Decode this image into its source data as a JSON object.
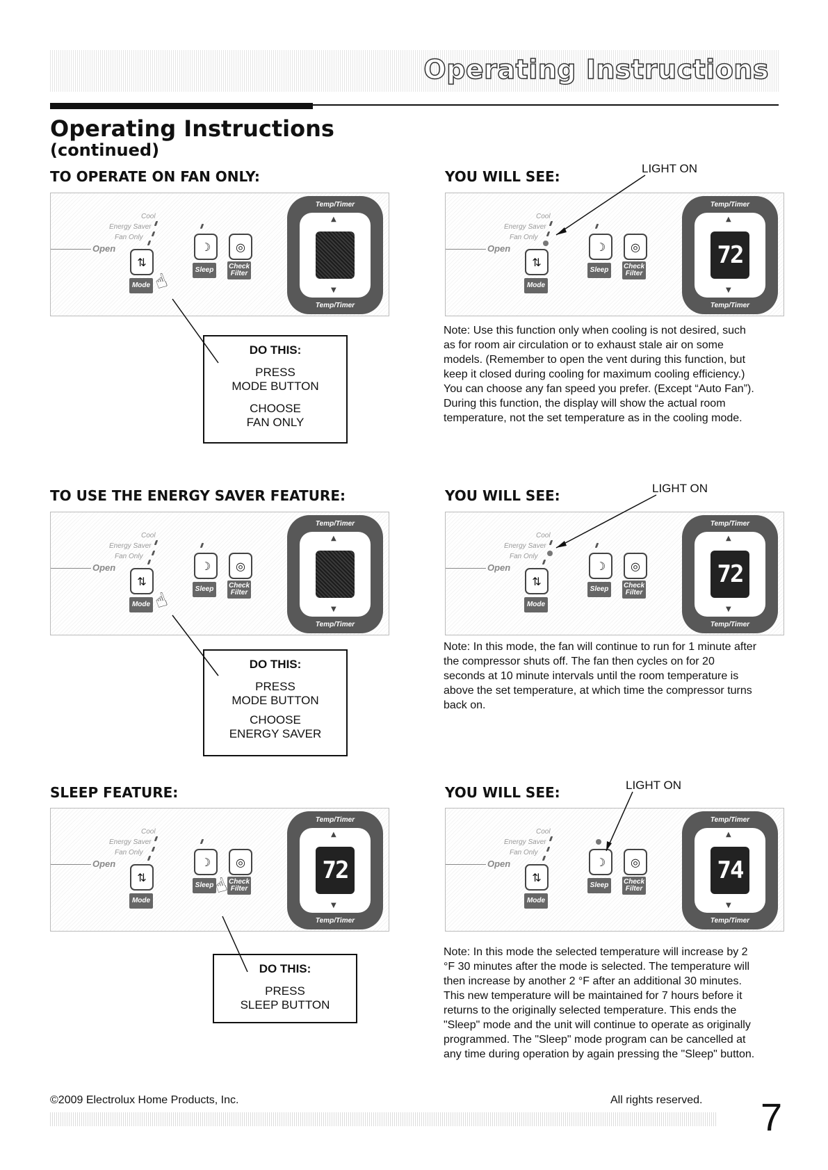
{
  "header": {
    "banner_title": "Operating Instructions",
    "title": "Operating Instructions",
    "subtitle": "(continued)"
  },
  "panel_labels": {
    "cool": "Cool",
    "energy_saver": "Energy Saver",
    "fan_only": "Fan Only",
    "open": "Open",
    "mode": "Mode",
    "sleep": "Sleep",
    "check": "Check",
    "filter": "Filter",
    "temp_timer": "Temp/Timer"
  },
  "sections": [
    {
      "heading": "TO OPERATE ON FAN ONLY:",
      "see_heading": "YOU WILL SEE:",
      "light_on": "LIGHT ON",
      "do_title": "DO THIS:",
      "do_lines": [
        "PRESS",
        "MODE BUTTON",
        "CHOOSE",
        "FAN ONLY"
      ],
      "display_after": "72",
      "note": "Note: Use this function only when cooling is not desired, such as for room air circulation or to exhaust stale air on some models. (Remember to open the vent during this function, but keep it closed during cooling for maximum cooling efficiency.) You can choose any fan speed you prefer. (Except “Auto Fan”). During this function, the display will show the actual room temperature, not the set temperature as in the cooling mode."
    },
    {
      "heading": "TO USE THE ENERGY SAVER FEATURE:",
      "see_heading": "YOU WILL SEE:",
      "light_on": "LIGHT ON",
      "do_title": "DO THIS:",
      "do_lines": [
        "PRESS",
        "MODE BUTTON",
        "CHOOSE",
        "ENERGY SAVER"
      ],
      "display_after": "72",
      "note": "Note: In this mode, the fan will continue to run for 1 minute after the compressor shuts off. The fan then cycles on for 20 seconds at 10 minute intervals until the room temperature is above the set temperature, at which time the compressor turns back on."
    },
    {
      "heading": "SLEEP FEATURE:",
      "see_heading": "YOU WILL SEE:",
      "light_on": "LIGHT ON",
      "do_title": "DO THIS:",
      "do_lines": [
        "PRESS",
        "SLEEP BUTTON"
      ],
      "display_before": "72",
      "display_after": "74",
      "note": "Note: In this mode the selected temperature will increase by 2 °F 30 minutes after the mode is selected. The temperature will then increase by another 2 °F after an additional 30 minutes. This new temperature will be maintained for 7 hours before it returns to the originally selected temperature. This ends the \"Sleep\" mode and the unit will continue to operate as originally programmed. The \"Sleep\" mode program can be cancelled at any time during operation by again pressing the \"Sleep\" button."
    }
  ],
  "footer": {
    "copyright": "©2009 Electrolux Home Products, Inc.",
    "rights": "All rights reserved.",
    "page_number": "7"
  }
}
